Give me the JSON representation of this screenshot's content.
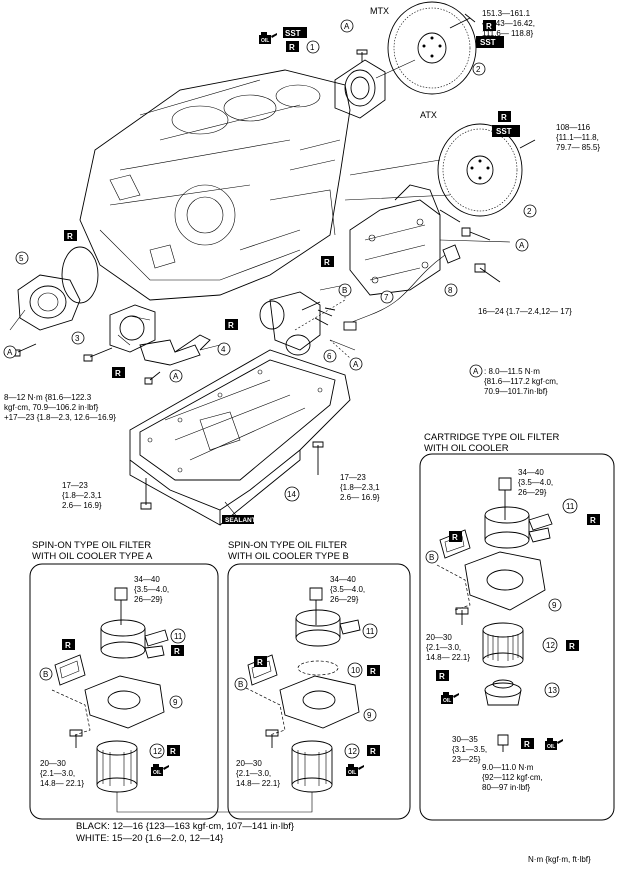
{
  "header": {
    "mtx": "MTX",
    "atx": "ATX"
  },
  "sections": {
    "cartridge": [
      "CARTRIDGE TYPE OIL FILTER",
      "WITH OIL COOLER"
    ],
    "spin_a": [
      "SPIN-ON TYPE OIL FILTER",
      "WITH OIL COOLER TYPE A"
    ],
    "spin_b": [
      "SPIN-ON TYPE OIL FILTER",
      "WITH OIL COOLER TYPE B"
    ]
  },
  "callouts": {
    "c1": "1",
    "c2": "2",
    "c3": "3",
    "c4": "4",
    "c5": "5",
    "c6": "6",
    "c7": "7",
    "c8": "8",
    "c9": "9",
    "c10": "10",
    "c11": "11",
    "c12": "12",
    "c13": "13",
    "c14": "14",
    "a": "A",
    "b": "B"
  },
  "badges": {
    "r": "R",
    "sst": "SST",
    "oil": "OIL",
    "sealant": "SEALANT"
  },
  "torques": {
    "flywheel_mtx": [
      "151.3—161.1",
      "{15.43—16.42,",
      "111.6— 118.8}"
    ],
    "drive_plate_atx": [
      "108—116",
      "{11.1—11.8,",
      "79.7— 85.5}"
    ],
    "rear_cover": "16—24 {1.7—2.4,12— 17}",
    "a_legend": [
      ": 8.0—11.5 N·m",
      "{81.6—117.2 kgf·cm,",
      "70.9—101.7in·lbf}"
    ],
    "oil_pump": [
      "8—12 N·m {81.6—122.3",
      "kgf·cm, 70.9—106.2 in·lbf}",
      "+17—23 {1.8—2.3, 12.6—16.9}"
    ],
    "pan_left": [
      "17—23",
      "{1.8—2.3,1",
      "2.6— 16.9}"
    ],
    "pan_right": [
      "17—23",
      "{1.8—2.3,1",
      "2.6— 16.9}"
    ],
    "cooler_bolt": [
      "34—40",
      "{3.5—4.0,",
      "26—29}"
    ],
    "bracket_bolt": [
      "20—30",
      "{2.1—3.0,",
      "14.8— 22.1}"
    ],
    "cart_cap": [
      "30—35",
      "{3.1—3.5,",
      "23—25}"
    ],
    "drain_plug": [
      "9.0—11.0 N·m",
      "{92—112 kgf·cm,",
      "80—97 in·lbf}"
    ],
    "filter_black": "BLACK: 12—16 {123—163 kgf·cm, 107—141 in·lbf}",
    "filter_white": "WHITE: 15—20 {1.6—2.0, 12—14}"
  },
  "units": "N·m {kgf·m, ft·lbf}"
}
